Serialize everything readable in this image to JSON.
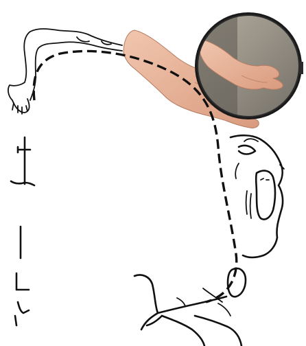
{
  "figure": {
    "kind": "phantom-limb mirror therapy illustration",
    "elements": [
      "pain-pathway-dashed",
      "amputated-limb-sketch",
      "real-hand-photo",
      "mirror-with-reflection",
      "screaming-face-sketch",
      "spinal-segment-marks",
      "brain-lobe-sketch",
      "neuron-sketch"
    ],
    "colors": {
      "ink": "#111111",
      "skin": "#e8b49a",
      "skin_shadow": "#c98a6e",
      "mirror_frame": "#1a1a1a",
      "mirror_background": "#8f8a80",
      "background": "#ffffff"
    }
  }
}
